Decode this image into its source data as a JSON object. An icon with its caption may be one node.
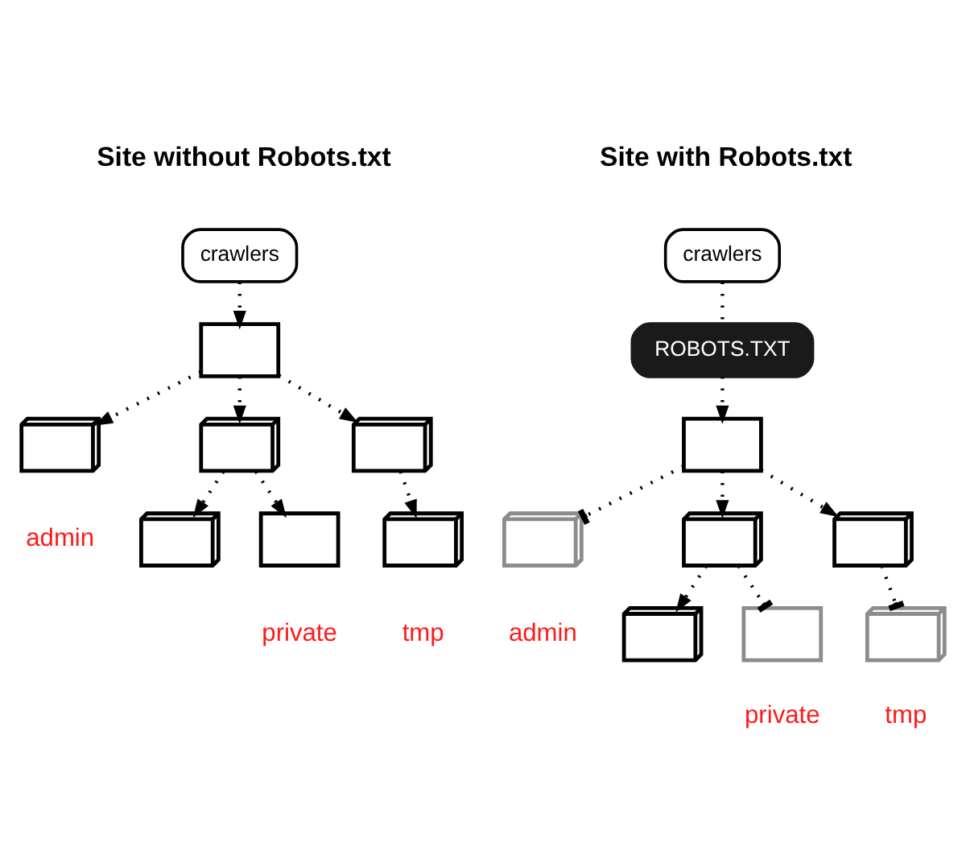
{
  "diagram": {
    "nodes": [
      {
        "text": [
          "crawlers"
        ]
      },
      {
        "text": [],
        "shape": "box"
      },
      {
        "text": [],
        "shape": "folder",
        "beside": [
          "admin"
        ]
      },
      {
        "text": [],
        "shape": "folder"
      },
      {
        "text": [],
        "shape": "folder"
      },
      {
        "text": [],
        "shape": "folder"
      },
      {
        "text": [],
        "shape": "box",
        "beside": [
          "private"
        ]
      },
      {
        "text": [],
        "shape": "folder",
        "beside": [
          "tmp"
        ]
      },
      {
        "text": [
          "crawlers"
        ]
      },
      {
        "text": [
          "ROBOTS.TXT"
        ]
      },
      {
        "text": [],
        "shape": "box"
      },
      {
        "text": [],
        "shape": "folder",
        "beside": [
          "admin"
        ]
      },
      {
        "text": [],
        "shape": "folder"
      },
      {
        "text": [],
        "shape": "folder"
      },
      {
        "text": [],
        "shape": "folder"
      },
      {
        "text": [],
        "shape": "box",
        "beside": [
          "private"
        ]
      },
      {
        "text": [],
        "shape": "folder",
        "beside": [
          "tmp"
        ]
      }
    ],
    "edges": [
      {
        "from": 0,
        "to": 1,
        "arrow": "to"
      },
      {
        "from": 1,
        "to": 2,
        "arrow": "to"
      },
      {
        "from": 1,
        "to": 3,
        "arrow": "to"
      },
      {
        "from": 1,
        "to": 4,
        "arrow": "to"
      },
      {
        "from": 3,
        "to": 5,
        "arrow": "to"
      },
      {
        "from": 3,
        "to": 6,
        "arrow": "to"
      },
      {
        "from": 4,
        "to": 7,
        "arrow": "to"
      },
      {
        "from": 8,
        "to": 9,
        "arrow": "none"
      },
      {
        "from": 9,
        "to": 10,
        "arrow": "to"
      },
      {
        "from": 10,
        "to": 11,
        "arrow": "other"
      },
      {
        "from": 10,
        "to": 12,
        "arrow": "to"
      },
      {
        "from": 10,
        "to": 13,
        "arrow": "to"
      },
      {
        "from": 12,
        "to": 14,
        "arrow": "to"
      },
      {
        "from": 12,
        "to": 15,
        "arrow": "other"
      },
      {
        "from": 13,
        "to": 16,
        "arrow": "other"
      }
    ],
    "labels": [
      "Site without Robots.txt",
      "Site with Robots.txt"
    ]
  }
}
